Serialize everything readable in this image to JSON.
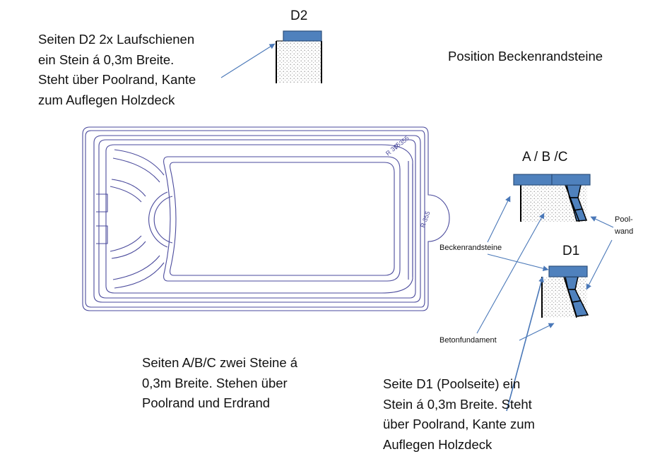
{
  "labels": {
    "d2": "D2",
    "abc": "A / B /C",
    "d1": "D1",
    "title": "Position Beckenrandsteine",
    "beckenrandsteine": "Beckenrandsteine",
    "betonfundament": "Betonfundament",
    "poolwand_1": "Pool-",
    "poolwand_2": "wand",
    "step_1": "R 355",
    "step_2": "R 355",
    "step_3": "R 355"
  },
  "notes": {
    "d2": [
      "Seiten D2 2x Laufschienen",
      "ein Stein á 0,3m Breite.",
      "Steht über Poolrand, Kante",
      "zum Auflegen Holzdeck"
    ],
    "abc": [
      "Seiten A/B/C zwei Steine á",
      "0,3m Breite. Stehen über",
      "Poolrand und Erdrand"
    ],
    "d1": [
      "Seite D1 (Poolseite) ein",
      "Stein á 0,3m Breite. Steht",
      "über Poolrand, Kante zum",
      "Auflegen Holzdeck"
    ]
  },
  "colors": {
    "stone_fill": "#4f81bd",
    "stone_stroke": "#2c4f7c",
    "arrow": "#4a78b8",
    "pool_line": "#4a4a9c",
    "concrete_dot": "#6a6a6a"
  }
}
